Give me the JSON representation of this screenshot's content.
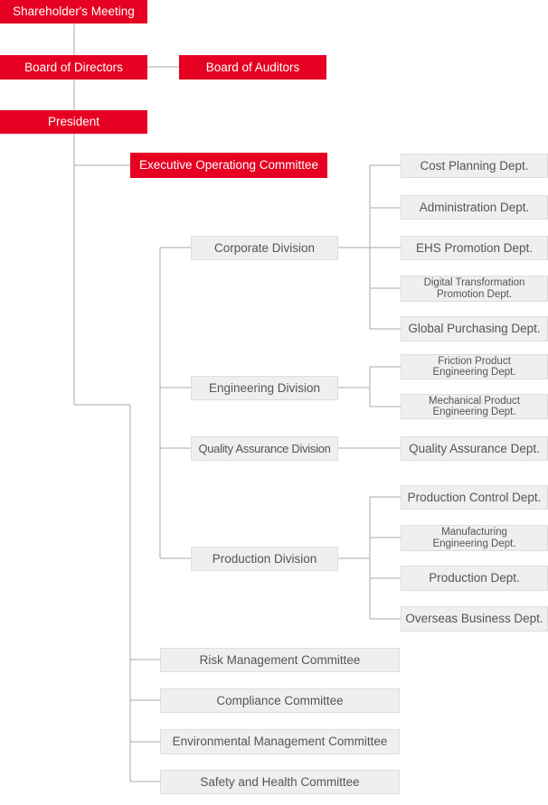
{
  "top": {
    "shareholders": "Shareholder's Meeting",
    "board_directors": "Board of Directors",
    "board_auditors": "Board of Auditors",
    "president": "President",
    "executive_committee": "Executive Operationg Committee"
  },
  "divisions": {
    "corporate": "Corporate Division",
    "engineering": "Engineering Division",
    "quality": "Quality Assurance Division",
    "production": "Production Division"
  },
  "departments": {
    "cost_planning": "Cost Planning Dept.",
    "administration": "Administration Dept.",
    "ehs": "EHS Promotion Dept.",
    "digital": "Digital Transformation\nPromotion Dept.",
    "global_purchasing": "Global Purchasing Dept.",
    "friction": "Friction Product\nEngineering Dept.",
    "mechanical": "Mechanical Product\nEngineering Dept.",
    "quality": "Quality Assurance Dept.",
    "production_control": "Production Control Dept.",
    "manufacturing": "Manufacturing\nEngineering Dept.",
    "production": "Production Dept.",
    "overseas": "Overseas Business Dept."
  },
  "committees": {
    "risk": "Risk Management Committee",
    "compliance": "Compliance Committee",
    "environmental": "Environmental Management Committee",
    "safety": "Safety and Health Committee"
  }
}
